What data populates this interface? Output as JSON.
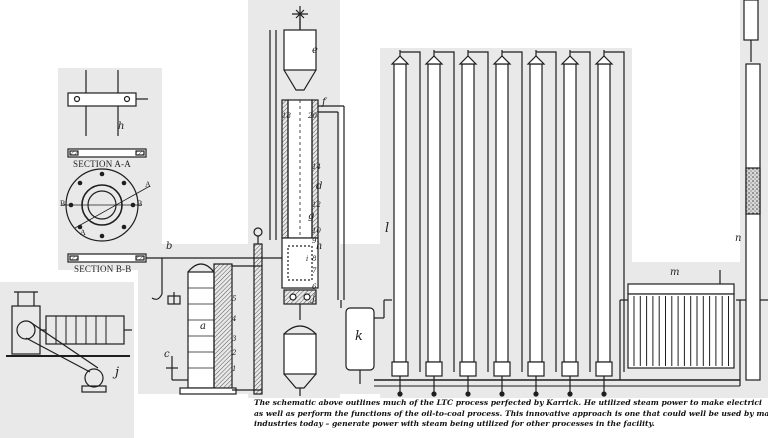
{
  "caption": {
    "line1": "The schematic above outlines much of the LTC process perfected by Karrick. He utilized steam power to make electrici",
    "line2": "as well as perform the functions of the oil-to-coal process. This innovative approach is one that could well be used by ma",
    "line3": "industries today – generate power with steam being utilized for other processes in the facility."
  },
  "section_labels": {
    "section_aa": "SECTION A-A",
    "section_bb": "SECTION B-B",
    "a_left": "A",
    "a_right": "A",
    "b_left": "B",
    "b_right": "B"
  },
  "part_labels": {
    "h_top": "h",
    "j_motor": "j",
    "a": "a",
    "b": "b",
    "c": "c",
    "d": "d",
    "e": "e",
    "f": "f",
    "g": "g",
    "h": "h",
    "i": "i",
    "j": "j",
    "k": "k",
    "l": "l",
    "m": "m",
    "n": "n"
  },
  "numbers": {
    "n18": "18",
    "n20": "20",
    "n14": "14",
    "n12": "12",
    "n10": "10",
    "n9": "9",
    "n8": "8",
    "n7": "7",
    "n6": "6",
    "n5": "5",
    "n4": "4",
    "n3": "3",
    "n2": "2",
    "n1": "1"
  },
  "colors": {
    "ink": "#1e1e1e",
    "paper": "#ffffff",
    "panel": "#e9e9e9",
    "hatch": "#555555"
  }
}
